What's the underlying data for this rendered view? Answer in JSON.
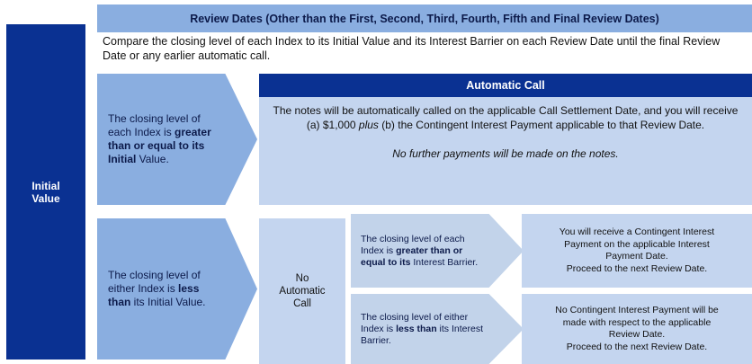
{
  "colors": {
    "navy": "#0A3192",
    "medium_blue": "#8AAEE0",
    "light_blue": "#C4D5EF",
    "pale_blue": "#C2D3EA",
    "text": "#111111",
    "white": "#FFFFFF"
  },
  "initial_value_bar": {
    "line1": "Initial",
    "line2": "Value"
  },
  "header": {
    "title": "Review Dates (Other than the First, Second, Third, Fourth, Fifth and Final Review Dates)",
    "description": "Compare the closing level of each Index to its Initial Value and its Interest Barrier on each Review Date until the final Review Date or any earlier automatic call."
  },
  "branches": {
    "ge_initial": {
      "text_plain_1": "The closing level of each Index is ",
      "text_bold_1": "greater than or equal to its Initial",
      "text_plain_2": " Value."
    },
    "lt_initial": {
      "text_plain_1": "The closing level of either Index is ",
      "text_bold_1": "less than",
      "text_plain_2": " its Initial Value."
    },
    "ge_barrier": {
      "text_plain_1": "The closing level of each Index is ",
      "text_bold_1": "greater than or equal to its",
      "text_plain_2": " Interest Barrier."
    },
    "lt_barrier": {
      "text_plain_1": "The closing level of either Index is ",
      "text_bold_1": "less than",
      "text_plain_2": " its Interest Barrier."
    }
  },
  "automatic_call": {
    "header": "Automatic Call",
    "body_part_1": "The notes will be automatically called on the applicable Call Settlement Date, and you will receive (a) $1,000 ",
    "body_italic": "plus",
    "body_part_2": " (b) the Contingent Interest Payment applicable to that Review Date.",
    "body_note": "No further payments will be made on the notes."
  },
  "no_automatic_call": {
    "line1": "No",
    "line2": "Automatic",
    "line3": "Call"
  },
  "outcomes": {
    "coupon": {
      "line1": "You will receive a Contingent Interest",
      "line2": "Payment on the applicable Interest",
      "line3": "Payment Date.",
      "line4": "Proceed to the next Review Date."
    },
    "no_coupon": {
      "line1": "No Contingent Interest Payment will be",
      "line2": "made with respect to the applicable",
      "line3": "Review Date.",
      "line4": "Proceed to the next Review Date."
    }
  }
}
